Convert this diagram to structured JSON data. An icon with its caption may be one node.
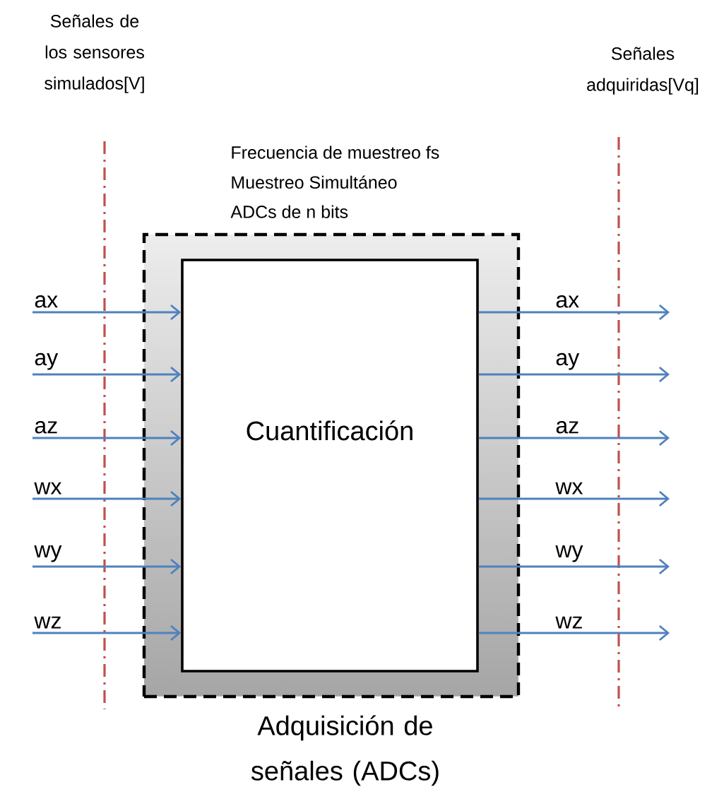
{
  "diagram": {
    "nodes": [
      {
        "text": [
          "Adquisición de señales (ADCs)"
        ],
        "beside": [
          "Frecuencia de muestreo fs",
          "Muestreo Simultáneo",
          "ADCs de n bits"
        ]
      },
      {
        "text": [
          "Cuantificación"
        ],
        "in": 0
      }
    ],
    "edges": [
      {
        "from": null,
        "to": 1,
        "arrow": "to",
        "label": "ax"
      },
      {
        "from": null,
        "to": 1,
        "arrow": "to",
        "label": "ay"
      },
      {
        "from": null,
        "to": 1,
        "arrow": "to",
        "label": "az"
      },
      {
        "from": null,
        "to": 1,
        "arrow": "to",
        "label": "wx"
      },
      {
        "from": null,
        "to": 1,
        "arrow": "to",
        "label": "wy"
      },
      {
        "from": null,
        "to": 1,
        "arrow": "to",
        "label": "wz"
      },
      {
        "from": 1,
        "to": null,
        "arrow": "to",
        "label": "ax"
      },
      {
        "from": 1,
        "to": null,
        "arrow": "to",
        "label": "ay"
      },
      {
        "from": 1,
        "to": null,
        "arrow": "to",
        "label": "az"
      },
      {
        "from": 1,
        "to": null,
        "arrow": "to",
        "label": "wx"
      },
      {
        "from": 1,
        "to": null,
        "arrow": "to",
        "label": "wy"
      },
      {
        "from": 1,
        "to": null,
        "arrow": "to",
        "label": "wz"
      }
    ],
    "labels": [
      "Señales de los sensores simulados[V]",
      "Señales adquiridas[Vq]"
    ]
  }
}
